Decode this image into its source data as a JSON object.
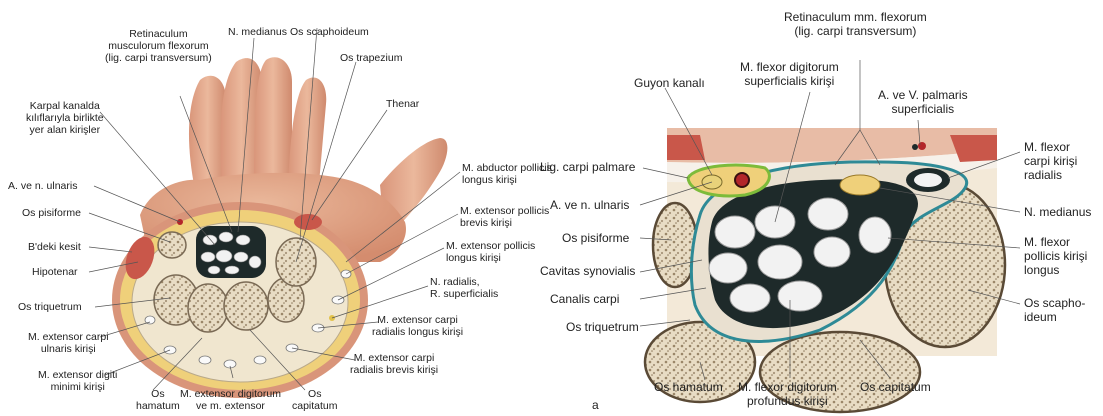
{
  "left_figure": {
    "labels": {
      "retinaculum": "Retinaculum\nmusculorum flexorum\n(lig. carpi transversum)",
      "n_medianus": "N. medianus",
      "os_scaphoideum": "Os scaphoideum",
      "os_trapezium": "Os trapezium",
      "thenar": "Thenar",
      "karpal": "Karpal kanalda\nkılıflarıyla birlikte\nyer alan kirişler",
      "a_n_ulnaris": "A.  ve n. ulnaris",
      "os_pisiforme": "Os pisiforme",
      "bdeki_kesit": "B'deki kesit",
      "hipotenar": "Hipotenar",
      "os_triquetrum": "Os triquetrum",
      "ext_carpi_ulnaris": "M. extensor carpi\nulnaris kirişi",
      "ext_digiti_minimi": "M. extensor digiti\nminimi kirişi",
      "os_hamatum": "Os\nhamatum",
      "ext_digitorum": "M. extensor digitorum\nve m. extensor",
      "os_capitatum": "Os\ncapitatum",
      "ext_carpi_rad_brevis": "M. extensor carpi\nradialis brevis kirişi",
      "ext_carpi_rad_longus": "M. extensor carpi\nradialis longus kirişi",
      "n_radialis": "N. radialis,\nR. superficialis",
      "ext_pollicis_longus": "M. extensor pollicis\nlongus kirişi",
      "ext_pollicis_brevis": "M. extensor pollicis\nbrevis kirişi",
      "abd_pollicis_longus": "M. abductor pollicis\nlongus kirişi"
    }
  },
  "right_figure": {
    "labels": {
      "retinaculum_mm": "Retinaculum mm. flexorum\n(lig. carpi transversum)",
      "guyon": "Guyon kanalı",
      "flexor_dig_sup": "M. flexor digitorum\nsuperficialis kirişi",
      "a_v_palmaris": "A. ve V. palmaris\nsuperficialis",
      "flexor_carpi_radialis": "M. flexor\ncarpi kirişi\nradialis",
      "lig_carpi_palmare": "Lig. carpi palmare",
      "a_v_n_ulnaris": "A. ve n. ulnaris",
      "os_pisiforme": "Os pisiforme",
      "cavitas": "Cavitas synovialis",
      "canalis": "Canalis carpi",
      "os_triquetrum": "Os triquetrum",
      "n_medianus": "N. medianus",
      "flexor_pollicis": "M. flexor\npollicis kirişi\nlongus",
      "os_scaphoideum": "Os scapho-\nideum",
      "os_hamatum": "Os hamatum",
      "flexor_dig_prof": "M. flexor digitorum\nprofundus kirişi",
      "os_capitatum": "Os capitatum",
      "panel_letter": "a"
    }
  },
  "colors": {
    "skin": "#e4a98a",
    "skin_shadow": "#c98468",
    "fat": "#efd07a",
    "bone_border": "#7a6a55",
    "bone_fill": "#e9dcc4",
    "tendon": "#f2f2f2",
    "sheath": "#1e2a2a",
    "synovial_line": "#2e8a96",
    "guyon_line": "#7dbb3a",
    "muscle": "#c9574a",
    "leader": "#555555"
  }
}
